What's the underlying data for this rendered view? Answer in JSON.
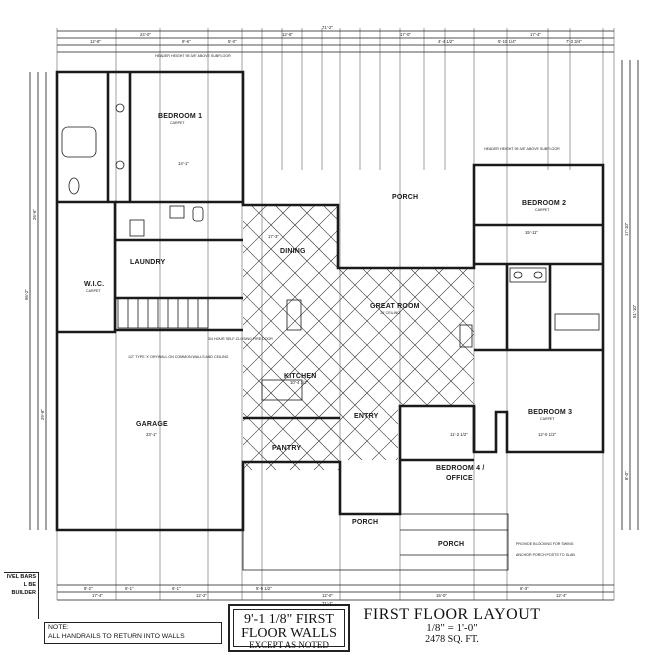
{
  "rooms": {
    "bedroom1": "BEDROOM 1",
    "bedroom2": "BEDROOM 2",
    "bedroom3": "BEDROOM 3",
    "bedroom4": "BEDROOM 4 /",
    "office": "OFFICE",
    "porch_top": "PORCH",
    "porch_mid": "PORCH",
    "porch_bottom": "PORCH",
    "dining": "DINING",
    "great_room": "GREAT ROOM",
    "kitchen": "KITCHEN",
    "entry": "ENTRY",
    "pantry": "PANTRY",
    "laundry": "LAUNDRY",
    "wic": "W.I.C.",
    "garage": "GARAGE"
  },
  "room_dims": {
    "bedroom1": "14'-1\"",
    "bedroom2": "15'-11\"",
    "bedroom3": "12'-0 1/2\"",
    "bedroom4": "11'-2 1/2\"",
    "garage": "23'-1\"",
    "great_room": "10' CEILING",
    "dining": "17'-3\"",
    "kitchen": "10'-4 1/2\""
  },
  "notes": {
    "carpet": "CARPET",
    "header_height": "HEADER HEIGHT 95 3/8\" ABOVE SUBFLOOR",
    "fire_door": "3/4 HOUR SELF-CLOSING FIRE DOOR",
    "drywall": "1/2\" TYPE 'X' DRYWALL ON COMMON WALLS AND CEILING",
    "provide_blocking": "PROVIDE BLOCKING FOR SWING",
    "anchor_porch": "ANCHOR PORCH POSTS TO SLAB"
  },
  "top_dims": {
    "overall": "71'-2\"",
    "d1": "24'-0\"",
    "d2": "12'-8\"",
    "d3": "17'-0\"",
    "d4": "17'-4\"",
    "d5": "12'-8\"",
    "d6": "9'-6\"",
    "d7": "5'-0\"",
    "d8": "4'-4 1/2\"",
    "d9": "5'-10 1/4\"",
    "d10": "7'-3 3/4\""
  },
  "bottom_dims": {
    "overall": "71'-2\"",
    "d1": "17'-4\"",
    "d2": "12'-2\"",
    "d3": "12'-0\"",
    "d4": "15'-0\"",
    "d5": "12'-4\"",
    "d6": "8'-2\"",
    "d7": "6'-1\"",
    "d8": "6'-1\"",
    "d9": "5'-5 1/2\"",
    "d10": "6'-3\""
  },
  "side_dims": {
    "left_overall": "56'-2\"",
    "left_a": "26'-6\"",
    "left_b": "29'-8\"",
    "right_overall": "51'-10\"",
    "right_a": "17'-10\"",
    "right_b": "8'-0\""
  },
  "corner_note": [
    "IVEL BARS",
    "L BE",
    "BUILDER"
  ],
  "note": {
    "label": "NOTE:",
    "text": "ALL HANDRAILS TO RETURN INTO WALLS"
  },
  "walls_box": {
    "line1": "9'-1 1/8\" FIRST",
    "line2": "FLOOR WALLS",
    "line3": "EXCEPT AS NOTED"
  },
  "title": {
    "main": "FIRST FLOOR LAYOUT",
    "scale": "1/8\" = 1'-0\"",
    "area": "2478 SQ. FT."
  }
}
